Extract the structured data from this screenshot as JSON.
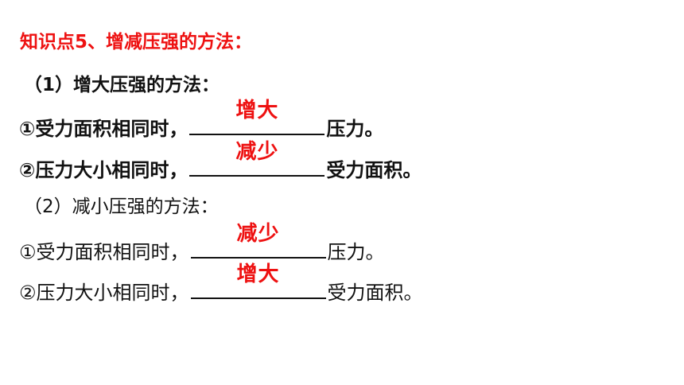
{
  "title": "知识点5、增减压强的方法：",
  "section1": {
    "heading": "（1）增大压强的方法：",
    "items": [
      {
        "prefix": "①受力面积相同时，",
        "answer": "增大",
        "suffix": "压力。"
      },
      {
        "prefix": "②压力大小相同时，",
        "answer": "减少",
        "suffix": "受力面积。"
      }
    ]
  },
  "section2": {
    "heading": "（2）减小压强的方法：",
    "items": [
      {
        "prefix": "①受力面积相同时，",
        "answer": "减少",
        "suffix": "压力。"
      },
      {
        "prefix": "②压力大小相同时，",
        "answer": "增大",
        "suffix": "受力面积。"
      }
    ]
  },
  "colors": {
    "accent": "#ee1111",
    "text": "#111111",
    "background": "#ffffff"
  }
}
